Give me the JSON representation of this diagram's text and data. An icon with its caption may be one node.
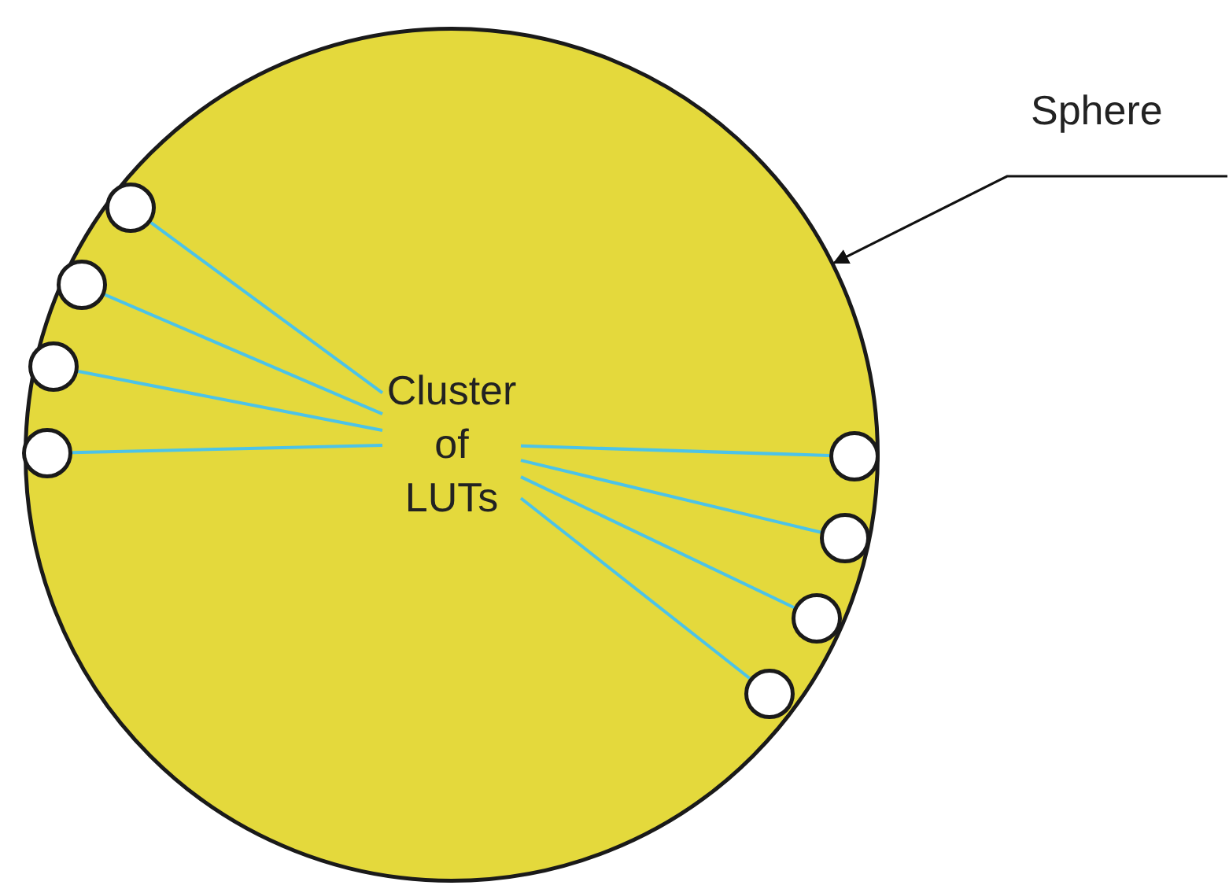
{
  "diagram": {
    "nodes": [
      {
        "text": [],
        "shape": "circle"
      },
      {
        "text": [
          "Cluster of LUTs"
        ],
        "in": 0
      },
      {
        "text": [],
        "shape": "circle",
        "in": 0
      },
      {
        "text": [],
        "shape": "circle",
        "in": 0
      },
      {
        "text": [],
        "shape": "circle",
        "in": 0
      },
      {
        "text": [],
        "shape": "circle",
        "in": 0
      },
      {
        "text": [],
        "shape": "circle",
        "in": 0
      },
      {
        "text": [],
        "shape": "circle",
        "in": 0
      },
      {
        "text": [],
        "shape": "circle",
        "in": 0
      },
      {
        "text": [],
        "shape": "circle",
        "in": 0
      },
      {
        "text": [
          "Sphere"
        ]
      }
    ],
    "edges": [
      {
        "from": 1,
        "to": 2,
        "arrow": "none"
      },
      {
        "from": 1,
        "to": 3,
        "arrow": "none"
      },
      {
        "from": 1,
        "to": 4,
        "arrow": "none"
      },
      {
        "from": 1,
        "to": 5,
        "arrow": "none"
      },
      {
        "from": 1,
        "to": 6,
        "arrow": "none"
      },
      {
        "from": 1,
        "to": 7,
        "arrow": "none"
      },
      {
        "from": 1,
        "to": 8,
        "arrow": "none"
      },
      {
        "from": 1,
        "to": 9,
        "arrow": "none"
      },
      {
        "from": 10,
        "to": 0,
        "arrow": "to",
        "color": "#111111"
      }
    ]
  }
}
